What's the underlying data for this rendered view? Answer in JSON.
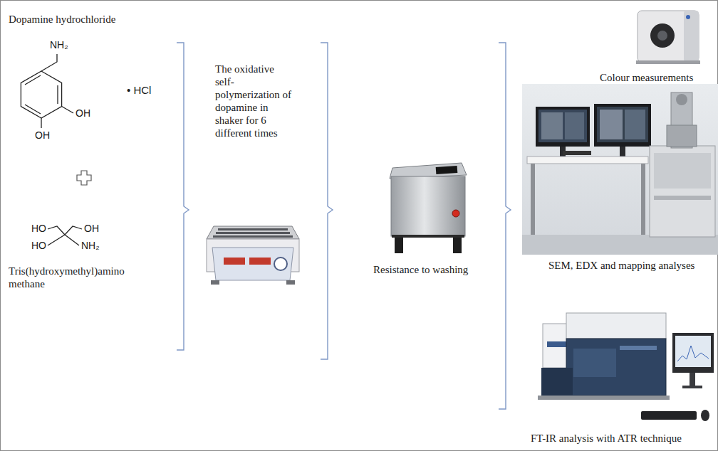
{
  "diagram": {
    "labels": [
      "Dopamine hydrochloride",
      "NH₂",
      "• HCl",
      "OH",
      "OH",
      "HO",
      "OH",
      "HO",
      "NH₂",
      "Tris(hydroxymethyl)amino methane",
      "The oxidative self-polymerization of dopamine in shaker for 6 different times",
      "Resistance to washing",
      "Colour measurements",
      "SEM, EDX and mapping analyses",
      "FT-IR analysis with ATR technique"
    ]
  }
}
